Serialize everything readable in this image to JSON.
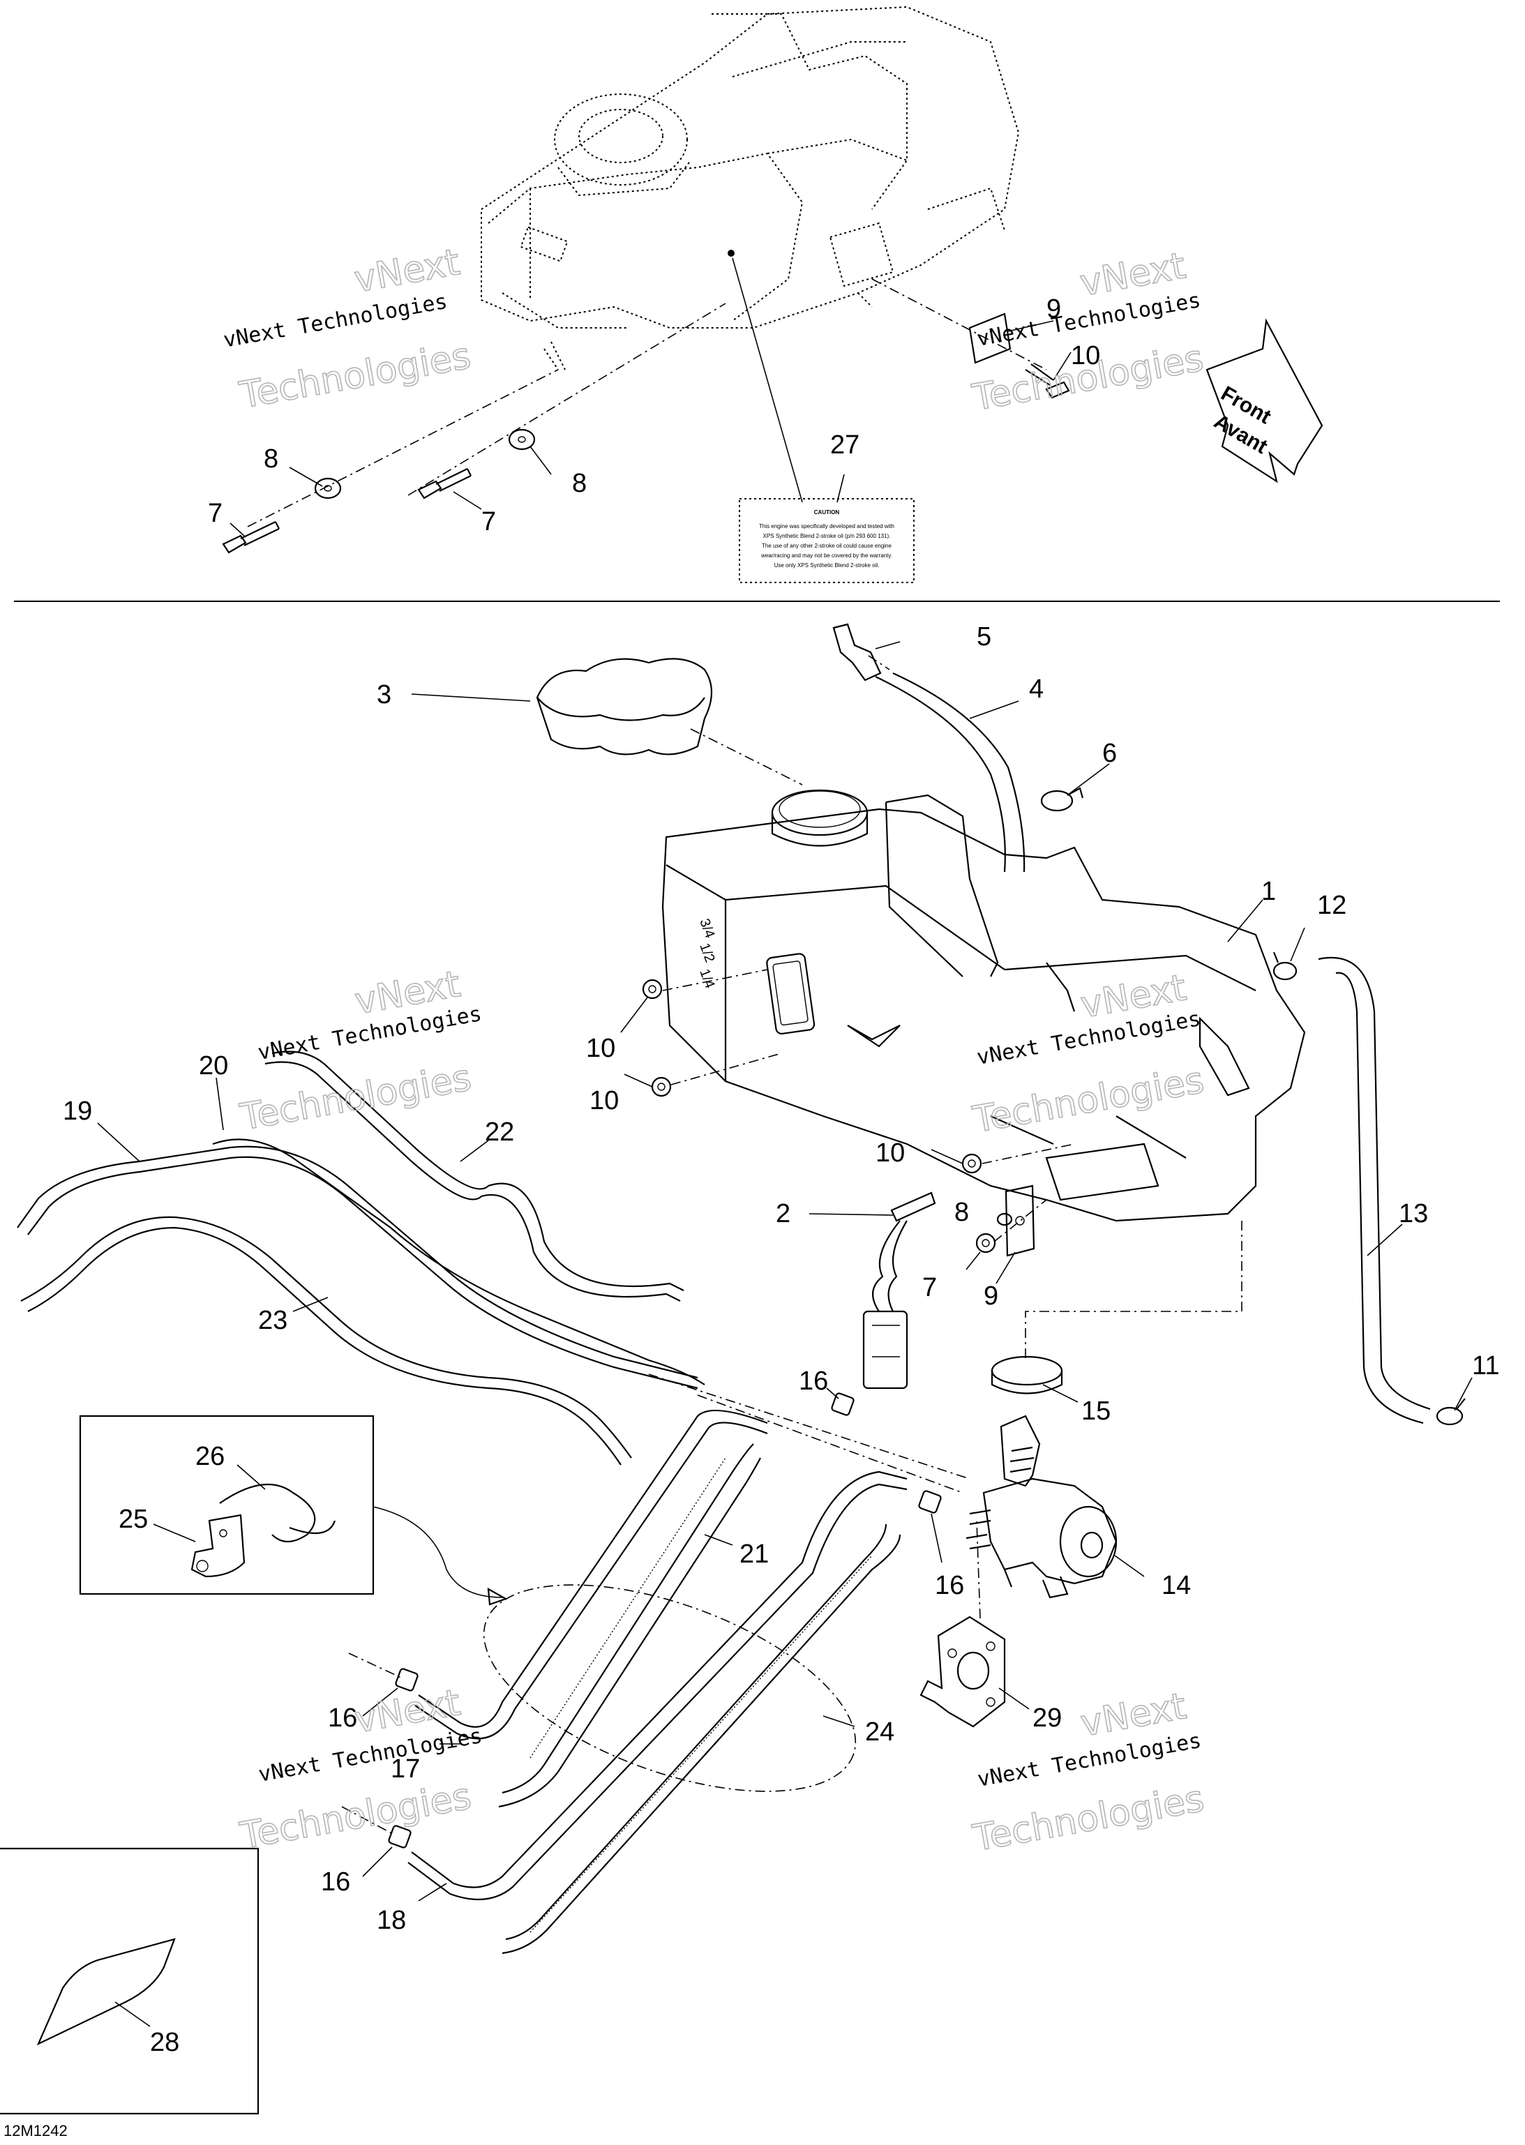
{
  "figure_id": "12M1242",
  "direction_arrow": {
    "line1": "Front",
    "line2": "Avant"
  },
  "caution_label": {
    "title": "CAUTION",
    "lines": [
      "This engine was specifically developed and tested with",
      "XPS Synthetic Blend 2-stroke oil (p/n 293 600 131).",
      "The use of any other 2-stroke oil could cause engine",
      "wear/racing and may not be covered by the warranty.",
      "Use only XPS Synthetic Blend 2-stroke oil."
    ]
  },
  "watermark": {
    "line1": "vNext Technologies",
    "line2": "Technologies",
    "line0": "vNext"
  },
  "callouts": {
    "c1": "1",
    "c2": "2",
    "c3": "3",
    "c4": "4",
    "c5": "5",
    "c6": "6",
    "c7a": "7",
    "c7b": "7",
    "c7c": "7",
    "c8a": "8",
    "c8b": "8",
    "c8c": "8",
    "c9a": "9",
    "c9b": "9",
    "c10a": "10",
    "c10b": "10",
    "c10c": "10",
    "c10d": "10",
    "c11": "11",
    "c12": "12",
    "c13": "13",
    "c14": "14",
    "c15": "15",
    "c16a": "16",
    "c16b": "16",
    "c16c": "16",
    "c16d": "16",
    "c17": "17",
    "c18": "18",
    "c19": "19",
    "c20": "20",
    "c21": "21",
    "c22": "22",
    "c23": "23",
    "c24": "24",
    "c25": "25",
    "c26": "26",
    "c27": "27",
    "c28": "28",
    "c29": "29"
  }
}
